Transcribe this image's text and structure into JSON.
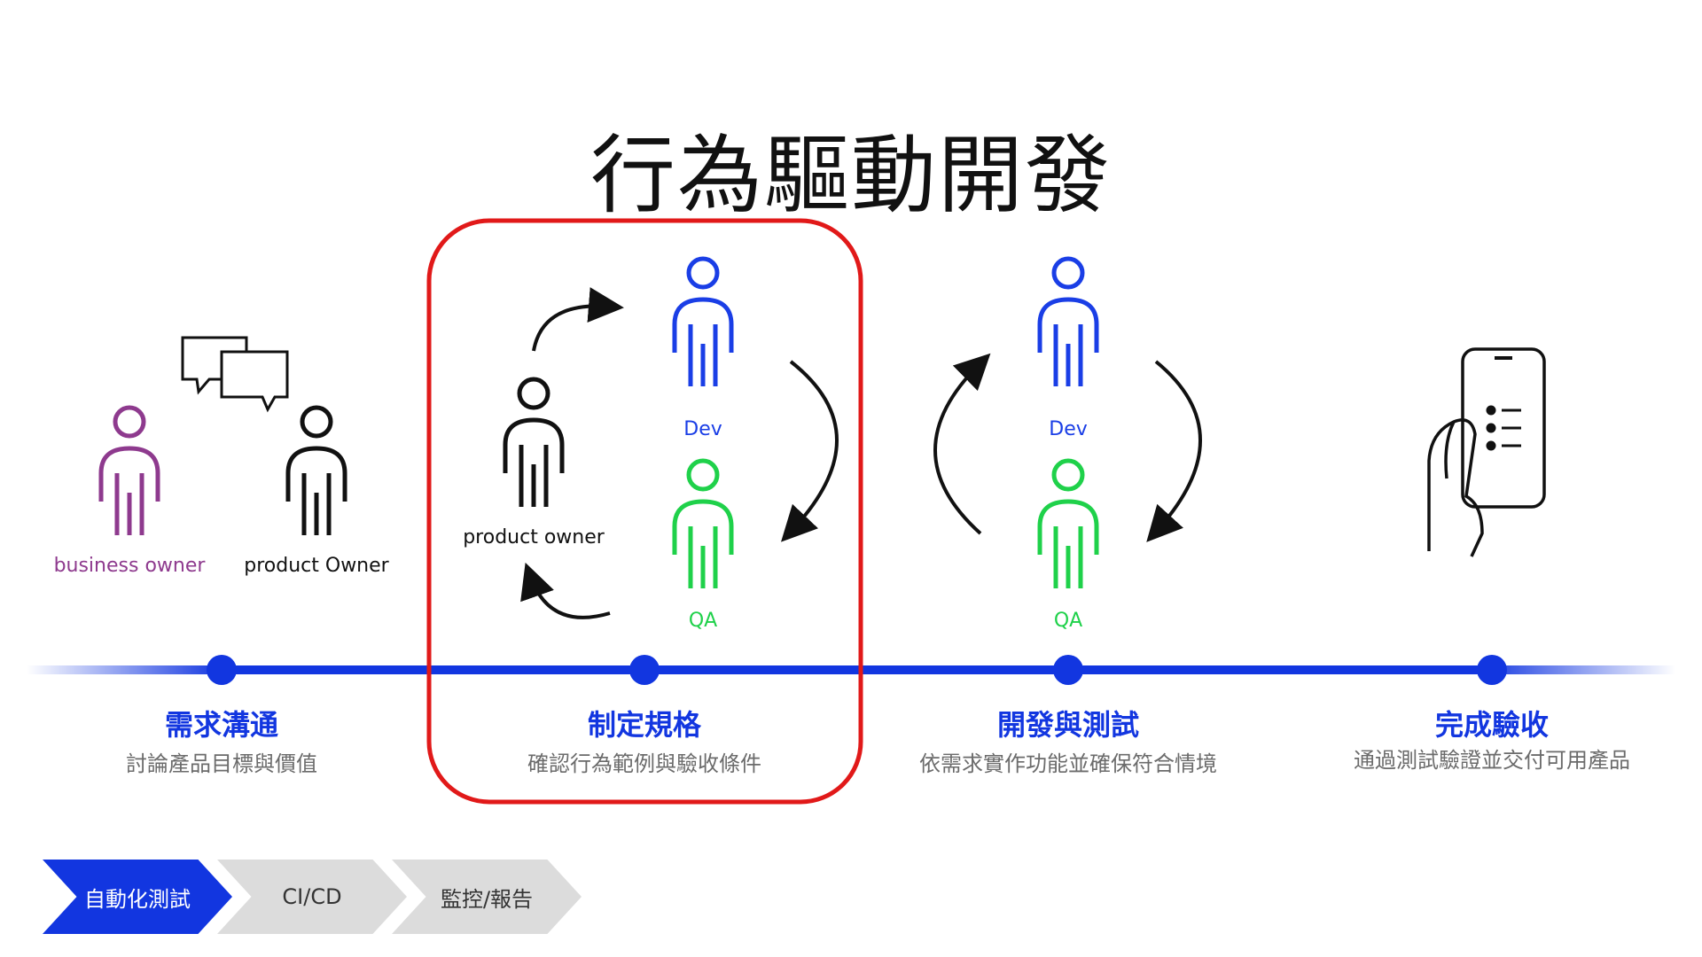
{
  "title": "行為驅動開發",
  "people": {
    "business_owner": "business owner",
    "product_owner_1": "product Owner",
    "product_owner_2": "product owner",
    "dev_1": "Dev",
    "qa_1": "QA",
    "dev_2": "Dev",
    "qa_2": "QA"
  },
  "stages": [
    {
      "title": "需求溝通",
      "desc": "討論產品目標與價值"
    },
    {
      "title": "制定規格",
      "desc": "確認行為範例與驗收條件"
    },
    {
      "title": "開發與測試",
      "desc": "依需求實作功能並確保符合情境"
    },
    {
      "title": "完成驗收",
      "desc": "通過測試驗證並交付可用產品"
    }
  ],
  "process_steps": [
    "自動化測試",
    "CI/CD",
    "監控/報告"
  ],
  "colors": {
    "accent_blue": "#1236e0",
    "business_purple": "#8e3a8e",
    "dev_blue": "#1a3ee6",
    "qa_green": "#1fd14a",
    "highlight_red": "#e11919",
    "muted_gray": "#6b6b6b"
  },
  "icons": [
    "speech-bubbles-icon",
    "person-icon",
    "cycle-arrow-icon",
    "hand-holding-phone-icon",
    "checklist-icon"
  ]
}
